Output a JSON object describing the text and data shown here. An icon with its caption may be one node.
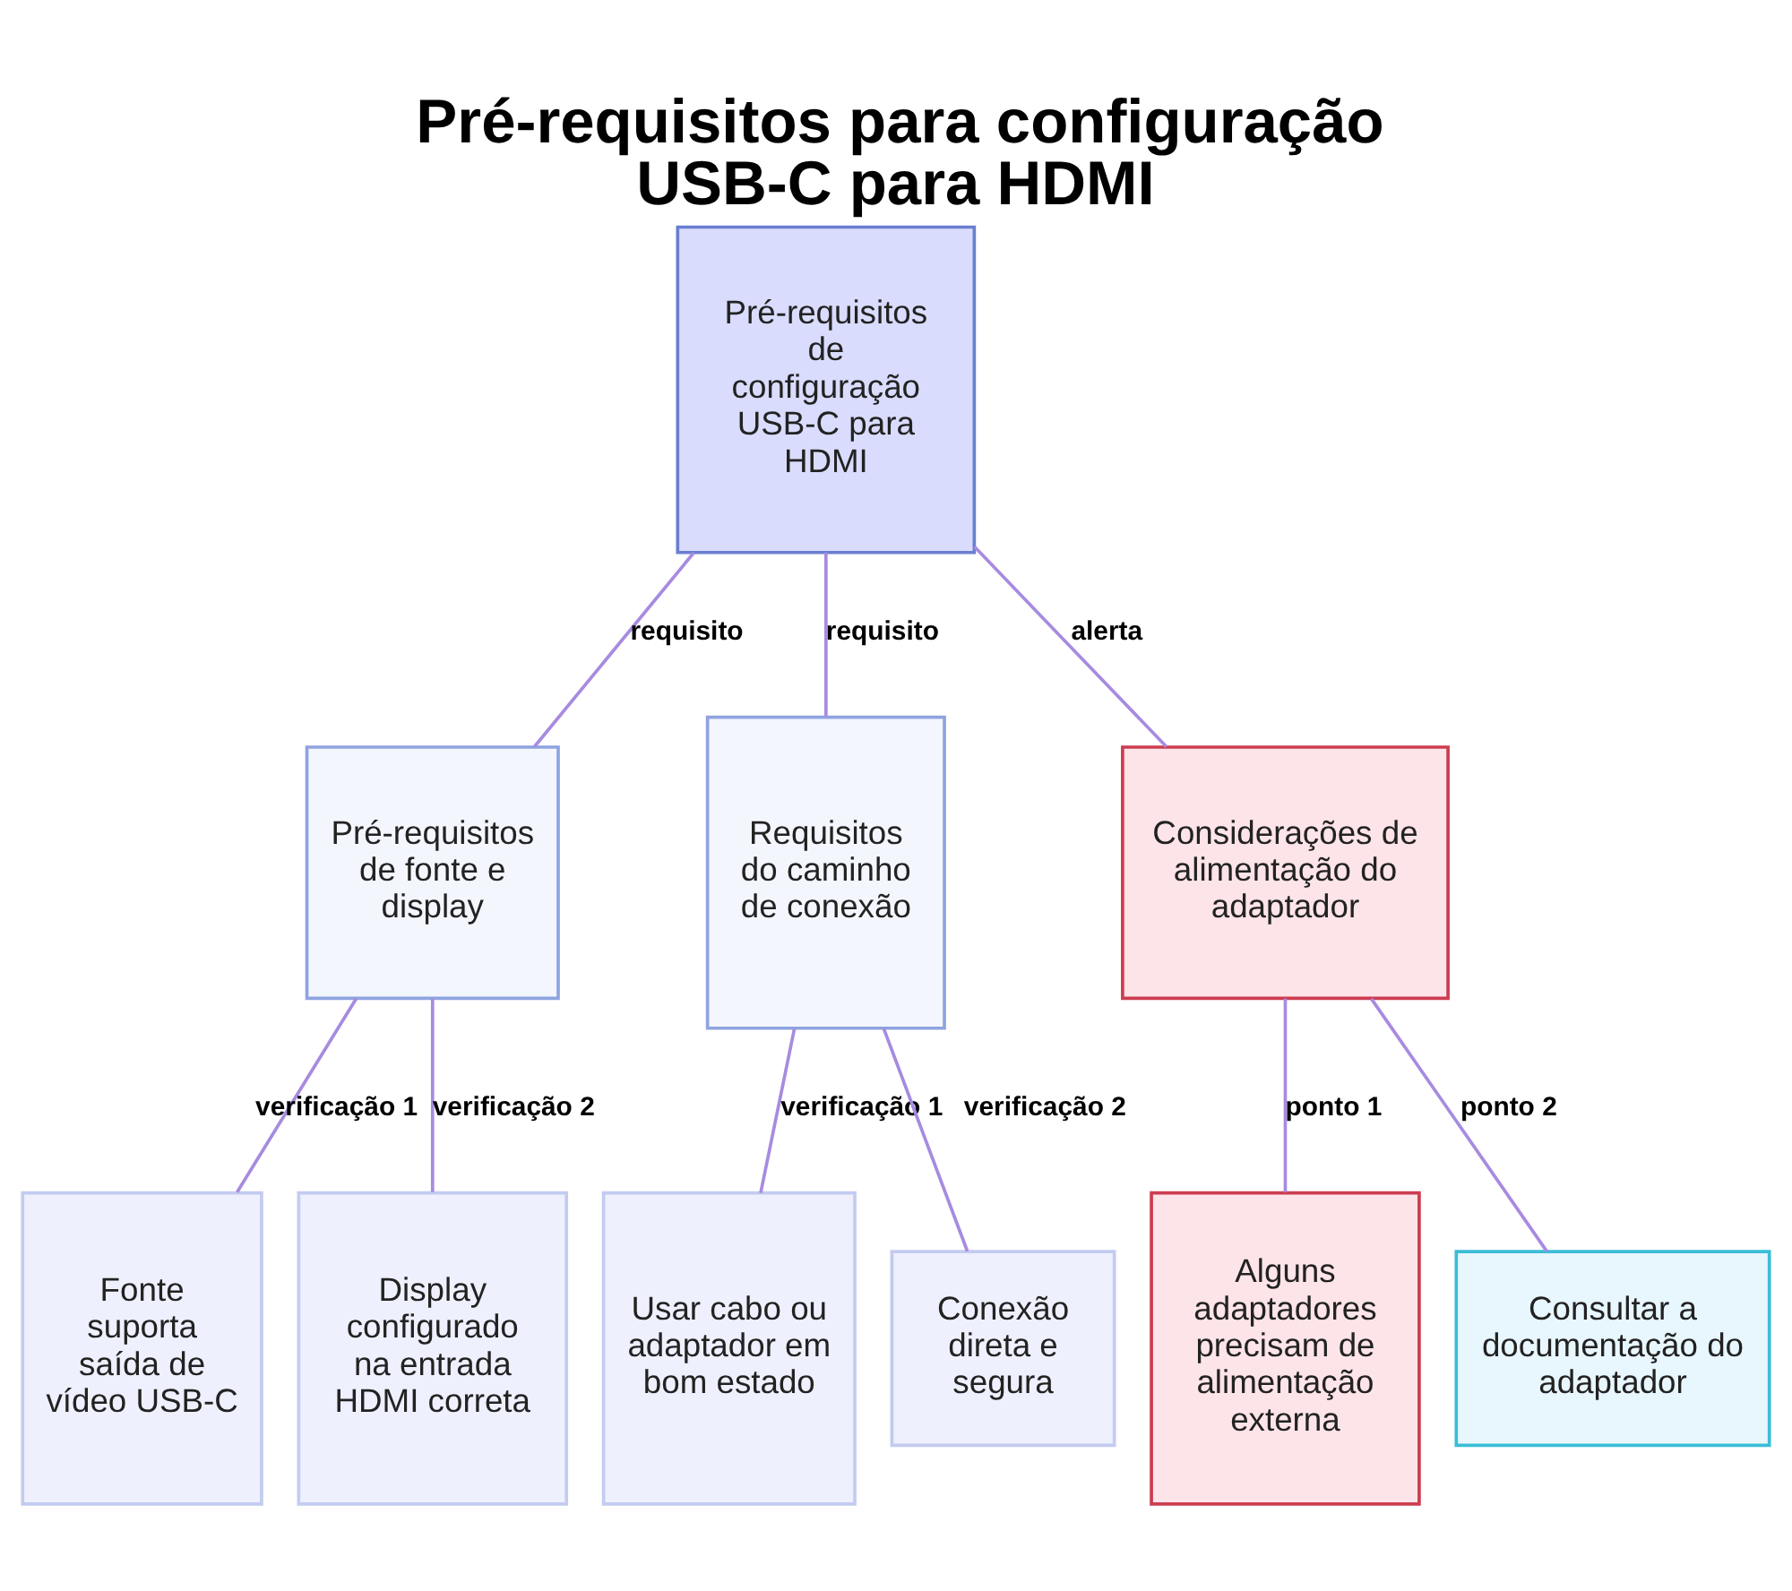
{
  "diagram": {
    "title": "Pré-requisitos para configuração USB-C para HDMI",
    "nodes": [
      {
        "text": [
          "Pré-requisitos de configuração USB-C para HDMI"
        ]
      },
      {
        "text": [
          "Pré-requisitos de fonte e display"
        ]
      },
      {
        "text": [
          "Requisitos do caminho de conexão"
        ]
      },
      {
        "text": [
          "Considerações de alimentação do adaptador"
        ]
      },
      {
        "text": [
          "Fonte suporta saída de vídeo USB-C"
        ]
      },
      {
        "text": [
          "Display configurado na entrada HDMI correta"
        ]
      },
      {
        "text": [
          "Usar cabo ou adaptador em bom estado"
        ]
      },
      {
        "text": [
          "Conexão direta e segura"
        ]
      },
      {
        "text": [
          "Alguns adaptadores precisam de alimentação externa"
        ]
      },
      {
        "text": [
          "Consultar a documentação do adaptador"
        ]
      }
    ],
    "edges": [
      {
        "from": 0,
        "to": 1,
        "arrow": "none",
        "label": "requisito"
      },
      {
        "from": 0,
        "to": 2,
        "arrow": "none",
        "label": "requisito"
      },
      {
        "from": 0,
        "to": 3,
        "arrow": "none",
        "label": "alerta"
      },
      {
        "from": 1,
        "to": 4,
        "arrow": "none",
        "label": "verificação 1"
      },
      {
        "from": 1,
        "to": 5,
        "arrow": "none",
        "label": "verificação 2"
      },
      {
        "from": 2,
        "to": 6,
        "arrow": "none",
        "label": "verificação 1"
      },
      {
        "from": 2,
        "to": 7,
        "arrow": "none",
        "label": "verificação 2"
      },
      {
        "from": 3,
        "to": 8,
        "arrow": "none",
        "label": "ponto 1"
      },
      {
        "from": 3,
        "to": 9,
        "arrow": "none",
        "label": "ponto 2"
      }
    ]
  }
}
